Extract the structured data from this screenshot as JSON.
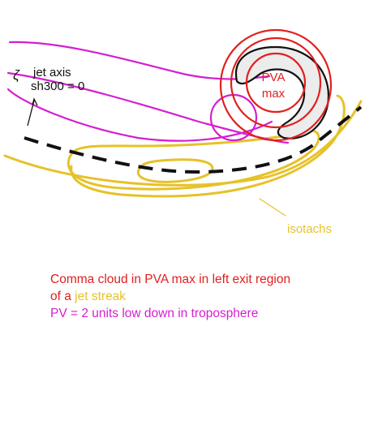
{
  "colors": {
    "pva": "#e0201f",
    "isotachs": "#e6c229",
    "pv": "#d51ed1",
    "jet_axis": "#111111",
    "comma_fill": "#ececec"
  },
  "labels": {
    "zeta": "ζ",
    "jet_axis": "jet axis",
    "sh300": "sh300 = 0",
    "pva_line1": "PVA",
    "pva_line2": "max",
    "isotachs": "isotachs"
  },
  "caption": {
    "line1": "Comma cloud in PVA max in left exit region",
    "line2_prefix": "of a ",
    "line2_highlight": "jet streak",
    "line3": "PV = 2 units low down in troposphere"
  }
}
